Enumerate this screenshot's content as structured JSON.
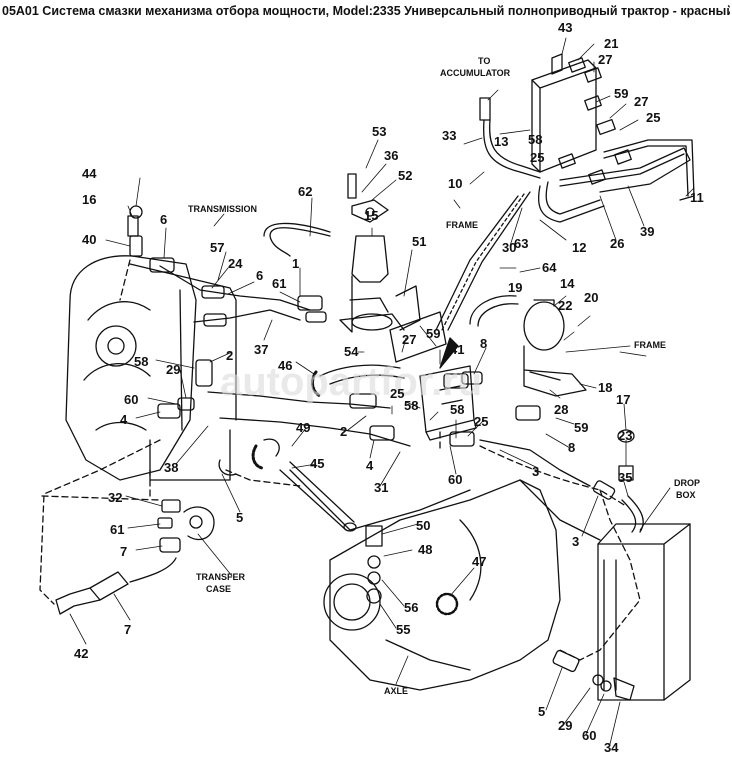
{
  "title": "05A01 Система смазки механизма отбора мощности, Model:2335 Универсальный полноприводный трактор - красный(Ca",
  "watermark": "autopartfor.ru",
  "labels": {
    "to_accumulator": [
      "TO",
      "ACCUMULATOR"
    ],
    "transmission": "TRANSMISSION",
    "frame_top": "FRAME",
    "frame_right": "FRAME",
    "drop_box": [
      "DROP",
      "BOX"
    ],
    "transfer_case": [
      "TRANSFER",
      "CASE"
    ],
    "axle": "AXLE"
  },
  "callouts": [
    "43",
    "21",
    "27",
    "59",
    "27",
    "25",
    "13",
    "58",
    "25",
    "33",
    "10",
    "11",
    "39",
    "26",
    "12",
    "30",
    "63",
    "64",
    "14",
    "19",
    "22",
    "20",
    "18",
    "28",
    "59",
    "8",
    "8",
    "53",
    "36",
    "52",
    "15",
    "51",
    "62",
    "6",
    "6",
    "24",
    "57",
    "16",
    "44",
    "40",
    "61",
    "1",
    "37",
    "54",
    "27",
    "59",
    "41",
    "46",
    "25",
    "58",
    "58",
    "25",
    "2",
    "2",
    "58",
    "29",
    "60",
    "4",
    "38",
    "49",
    "45",
    "4",
    "31",
    "60",
    "3",
    "17",
    "23",
    "35",
    "3",
    "32",
    "61",
    "7",
    "7",
    "42",
    "5",
    "50",
    "48",
    "47",
    "56",
    "55",
    "5",
    "29",
    "60",
    "34"
  ]
}
